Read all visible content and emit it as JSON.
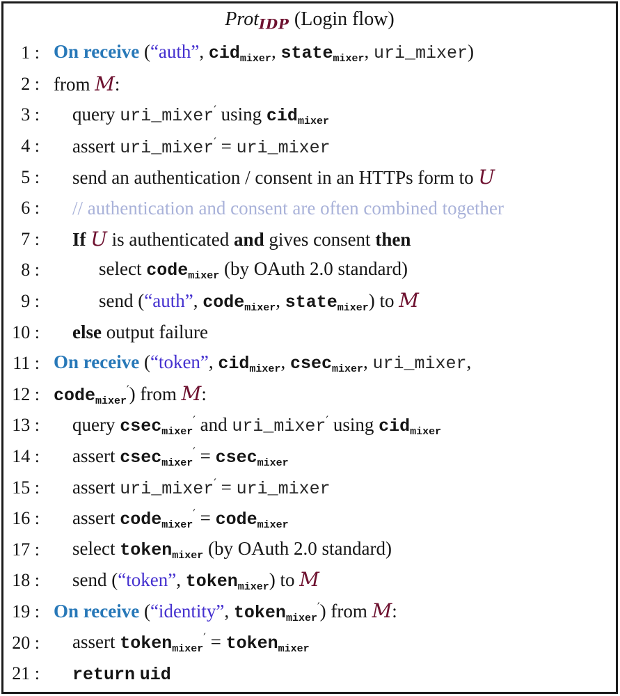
{
  "title": {
    "name": "Prot",
    "subscript": "IDP",
    "suffix": " (Login flow)"
  },
  "palette": {
    "keyword_blue": "#2778b8",
    "string_purple": "#4430cf",
    "actor_maroon": "#6e1230",
    "comment_lavender": "#a9b2d9",
    "text_black": "#151515",
    "border_black": "#1b1b1b",
    "background": "#ffffff"
  },
  "lines": [
    {
      "no": "1",
      "indent": 0,
      "segments": [
        {
          "s": "kwb",
          "t": "On receive"
        },
        {
          "s": "plain",
          "t": " ("
        },
        {
          "s": "str",
          "t": "“auth”"
        },
        {
          "s": "plain",
          "t": ", "
        },
        {
          "s": "monob",
          "t": "cid"
        },
        {
          "s": "sub",
          "t": "mixer"
        },
        {
          "s": "plain",
          "t": ", "
        },
        {
          "s": "monob",
          "t": "state"
        },
        {
          "s": "sub",
          "t": "mixer"
        },
        {
          "s": "plain",
          "t": ", "
        },
        {
          "s": "mono",
          "t": "uri_mixer"
        },
        {
          "s": "plain",
          "t": ")"
        }
      ]
    },
    {
      "no": "2",
      "indent": 0,
      "segments": [
        {
          "s": "plain",
          "t": "from "
        },
        {
          "s": "cal",
          "t": "M"
        },
        {
          "s": "plain",
          "t": ":"
        }
      ]
    },
    {
      "no": "3",
      "indent": 1,
      "segments": [
        {
          "s": "plain",
          "t": "query "
        },
        {
          "s": "mono",
          "t": "uri_mixer"
        },
        {
          "s": "prime",
          "t": "′"
        },
        {
          "s": "plain",
          "t": " using "
        },
        {
          "s": "monob",
          "t": "cid"
        },
        {
          "s": "sub",
          "t": "mixer"
        }
      ]
    },
    {
      "no": "4",
      "indent": 1,
      "segments": [
        {
          "s": "plain",
          "t": "assert "
        },
        {
          "s": "mono",
          "t": "uri_mixer"
        },
        {
          "s": "prime",
          "t": "′"
        },
        {
          "s": "plain",
          "t": " = "
        },
        {
          "s": "mono",
          "t": "uri_mixer"
        }
      ]
    },
    {
      "no": "5",
      "indent": 1,
      "segments": [
        {
          "s": "plain",
          "t": "send an authentication / consent in an HTTPs form to "
        },
        {
          "s": "cal",
          "t": "U"
        }
      ]
    },
    {
      "no": "6",
      "indent": 1,
      "segments": [
        {
          "s": "comment",
          "t": "// authentication and consent are often combined together"
        }
      ]
    },
    {
      "no": "7",
      "indent": 1,
      "segments": [
        {
          "s": "bold",
          "t": "If "
        },
        {
          "s": "cal",
          "t": "U"
        },
        {
          "s": "plain",
          "t": " is authenticated "
        },
        {
          "s": "bold",
          "t": "and"
        },
        {
          "s": "plain",
          "t": " gives consent "
        },
        {
          "s": "bold",
          "t": "then"
        }
      ]
    },
    {
      "no": "8",
      "indent": 2,
      "segments": [
        {
          "s": "plain",
          "t": "select "
        },
        {
          "s": "monob",
          "t": "code"
        },
        {
          "s": "sub",
          "t": "mixer"
        },
        {
          "s": "plain",
          "t": " (by OAuth 2.0 standard)"
        }
      ]
    },
    {
      "no": "9",
      "indent": 2,
      "segments": [
        {
          "s": "plain",
          "t": "send ("
        },
        {
          "s": "str",
          "t": "“auth”"
        },
        {
          "s": "plain",
          "t": ", "
        },
        {
          "s": "monob",
          "t": "code"
        },
        {
          "s": "sub",
          "t": "mixer"
        },
        {
          "s": "plain",
          "t": ", "
        },
        {
          "s": "monob",
          "t": "state"
        },
        {
          "s": "sub",
          "t": "mixer"
        },
        {
          "s": "plain",
          "t": ") to "
        },
        {
          "s": "cal",
          "t": "M"
        }
      ]
    },
    {
      "no": "10",
      "indent": 1,
      "segments": [
        {
          "s": "bold",
          "t": "else"
        },
        {
          "s": "plain",
          "t": " output failure"
        }
      ]
    },
    {
      "no": "11",
      "indent": 0,
      "segments": [
        {
          "s": "kwb",
          "t": "On receive"
        },
        {
          "s": "plain",
          "t": " ("
        },
        {
          "s": "str",
          "t": "“token”"
        },
        {
          "s": "plain",
          "t": ", "
        },
        {
          "s": "monob",
          "t": "cid"
        },
        {
          "s": "sub",
          "t": "mixer"
        },
        {
          "s": "plain",
          "t": ", "
        },
        {
          "s": "monob",
          "t": "csec"
        },
        {
          "s": "sub",
          "t": "mixer"
        },
        {
          "s": "plain",
          "t": ", "
        },
        {
          "s": "mono",
          "t": "uri_mixer"
        },
        {
          "s": "plain",
          "t": ","
        }
      ]
    },
    {
      "no": "12",
      "indent": 0,
      "segments": [
        {
          "s": "monob",
          "t": "code"
        },
        {
          "s": "sub",
          "t": "mixer"
        },
        {
          "s": "prime",
          "t": "′"
        },
        {
          "s": "plain",
          "t": ") from "
        },
        {
          "s": "cal",
          "t": "M"
        },
        {
          "s": "plain",
          "t": ":"
        }
      ]
    },
    {
      "no": "13",
      "indent": 1,
      "segments": [
        {
          "s": "plain",
          "t": "query "
        },
        {
          "s": "monob",
          "t": "csec"
        },
        {
          "s": "sub",
          "t": "mixer"
        },
        {
          "s": "prime",
          "t": "′"
        },
        {
          "s": "plain",
          "t": " and "
        },
        {
          "s": "mono",
          "t": "uri_mixer"
        },
        {
          "s": "prime",
          "t": "′"
        },
        {
          "s": "plain",
          "t": " using "
        },
        {
          "s": "monob",
          "t": "cid"
        },
        {
          "s": "sub",
          "t": "mixer"
        }
      ]
    },
    {
      "no": "14",
      "indent": 1,
      "segments": [
        {
          "s": "plain",
          "t": "assert "
        },
        {
          "s": "monob",
          "t": "csec"
        },
        {
          "s": "sub",
          "t": "mixer"
        },
        {
          "s": "prime",
          "t": "′"
        },
        {
          "s": "plain",
          "t": " = "
        },
        {
          "s": "monob",
          "t": "csec"
        },
        {
          "s": "sub",
          "t": "mixer"
        }
      ]
    },
    {
      "no": "15",
      "indent": 1,
      "segments": [
        {
          "s": "plain",
          "t": "assert "
        },
        {
          "s": "mono",
          "t": "uri_mixer"
        },
        {
          "s": "prime",
          "t": "′"
        },
        {
          "s": "plain",
          "t": " = "
        },
        {
          "s": "mono",
          "t": "uri_mixer"
        }
      ]
    },
    {
      "no": "16",
      "indent": 1,
      "segments": [
        {
          "s": "plain",
          "t": "assert "
        },
        {
          "s": "monob",
          "t": "code"
        },
        {
          "s": "sub",
          "t": "mixer"
        },
        {
          "s": "prime",
          "t": "′"
        },
        {
          "s": "plain",
          "t": " = "
        },
        {
          "s": "monob",
          "t": "code"
        },
        {
          "s": "sub",
          "t": "mixer"
        }
      ]
    },
    {
      "no": "17",
      "indent": 1,
      "segments": [
        {
          "s": "plain",
          "t": "select "
        },
        {
          "s": "monob",
          "t": "token"
        },
        {
          "s": "sub",
          "t": "mixer"
        },
        {
          "s": "plain",
          "t": " (by OAuth 2.0 standard)"
        }
      ]
    },
    {
      "no": "18",
      "indent": 1,
      "segments": [
        {
          "s": "plain",
          "t": "send ("
        },
        {
          "s": "str",
          "t": "“token”"
        },
        {
          "s": "plain",
          "t": ", "
        },
        {
          "s": "monob",
          "t": "token"
        },
        {
          "s": "sub",
          "t": "mixer"
        },
        {
          "s": "plain",
          "t": ") to "
        },
        {
          "s": "cal",
          "t": "M"
        }
      ]
    },
    {
      "no": "19",
      "indent": 0,
      "segments": [
        {
          "s": "kwb",
          "t": "On receive"
        },
        {
          "s": "plain",
          "t": " ("
        },
        {
          "s": "str",
          "t": "“identity”"
        },
        {
          "s": "plain",
          "t": ", "
        },
        {
          "s": "monob",
          "t": "token"
        },
        {
          "s": "sub",
          "t": "mixer"
        },
        {
          "s": "prime",
          "t": "′"
        },
        {
          "s": "plain",
          "t": ") from "
        },
        {
          "s": "cal",
          "t": "M"
        },
        {
          "s": "plain",
          "t": ":"
        }
      ]
    },
    {
      "no": "20",
      "indent": 1,
      "segments": [
        {
          "s": "plain",
          "t": "assert "
        },
        {
          "s": "monob",
          "t": "token"
        },
        {
          "s": "sub",
          "t": "mixer"
        },
        {
          "s": "prime",
          "t": "′"
        },
        {
          "s": "plain",
          "t": " = "
        },
        {
          "s": "monob",
          "t": "token"
        },
        {
          "s": "sub",
          "t": "mixer"
        }
      ]
    },
    {
      "no": "21",
      "indent": 1,
      "segments": [
        {
          "s": "monob",
          "t": "return"
        },
        {
          "s": "plain",
          "t": " "
        },
        {
          "s": "monob",
          "t": "uid"
        }
      ]
    }
  ]
}
